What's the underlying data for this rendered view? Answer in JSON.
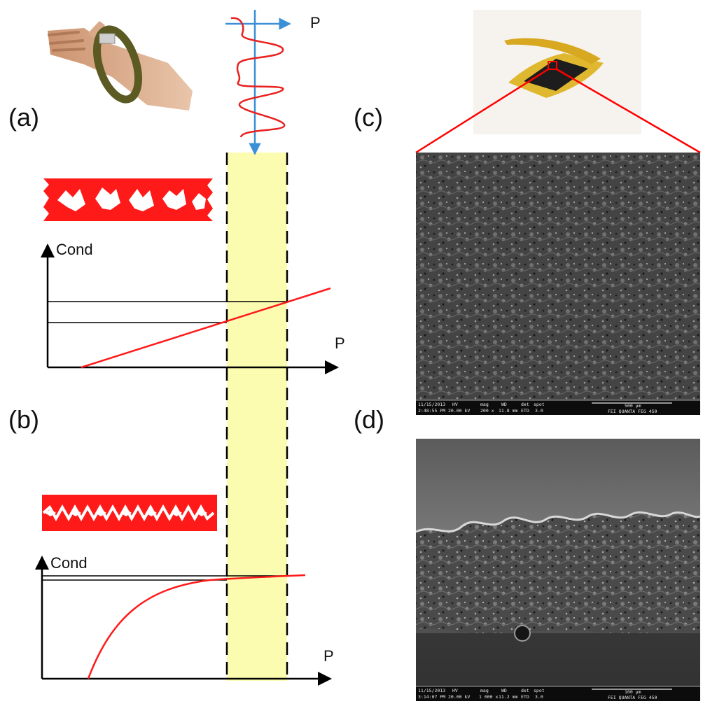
{
  "panels": {
    "a": "(a)",
    "b": "(b)",
    "c": "(c)",
    "d": "(d)"
  },
  "signal": {
    "axis_label": "P"
  },
  "graph_a": {
    "ylabel": "Cond",
    "xlabel": "P"
  },
  "graph_b": {
    "ylabel": "Cond",
    "xlabel": "P"
  },
  "sem_c": {
    "date": "11/15/2013",
    "time": "2:48:55 PM",
    "hv": "20.00 kV",
    "mag": "200 x",
    "wd": "11.8 mm",
    "det": "ETD",
    "spot": "3.0",
    "scale": "500 μm",
    "instrument": "FEI QUANTA FEG 450",
    "h_hv": "HV",
    "h_mag": "mag",
    "h_wd": "WD",
    "h_det": "det",
    "h_spot": "spot"
  },
  "sem_d": {
    "date": "11/15/2013",
    "time": "3:14:07 PM",
    "hv": "20.00 kV",
    "mag": "1 000 x",
    "wd": "11.2 mm",
    "det": "ETD",
    "spot": "3.0",
    "scale": "100 μm",
    "instrument": "FEI QUANTA FEG 450",
    "h_hv": "HV",
    "h_mag": "mag",
    "h_wd": "WD",
    "h_det": "det",
    "h_spot": "spot"
  },
  "colors": {
    "curve": "#ff1a1a",
    "signal": "#e8211f",
    "arrow_blue": "#3b8fd6",
    "band": "#fcfcb0",
    "axis": "#000000"
  }
}
